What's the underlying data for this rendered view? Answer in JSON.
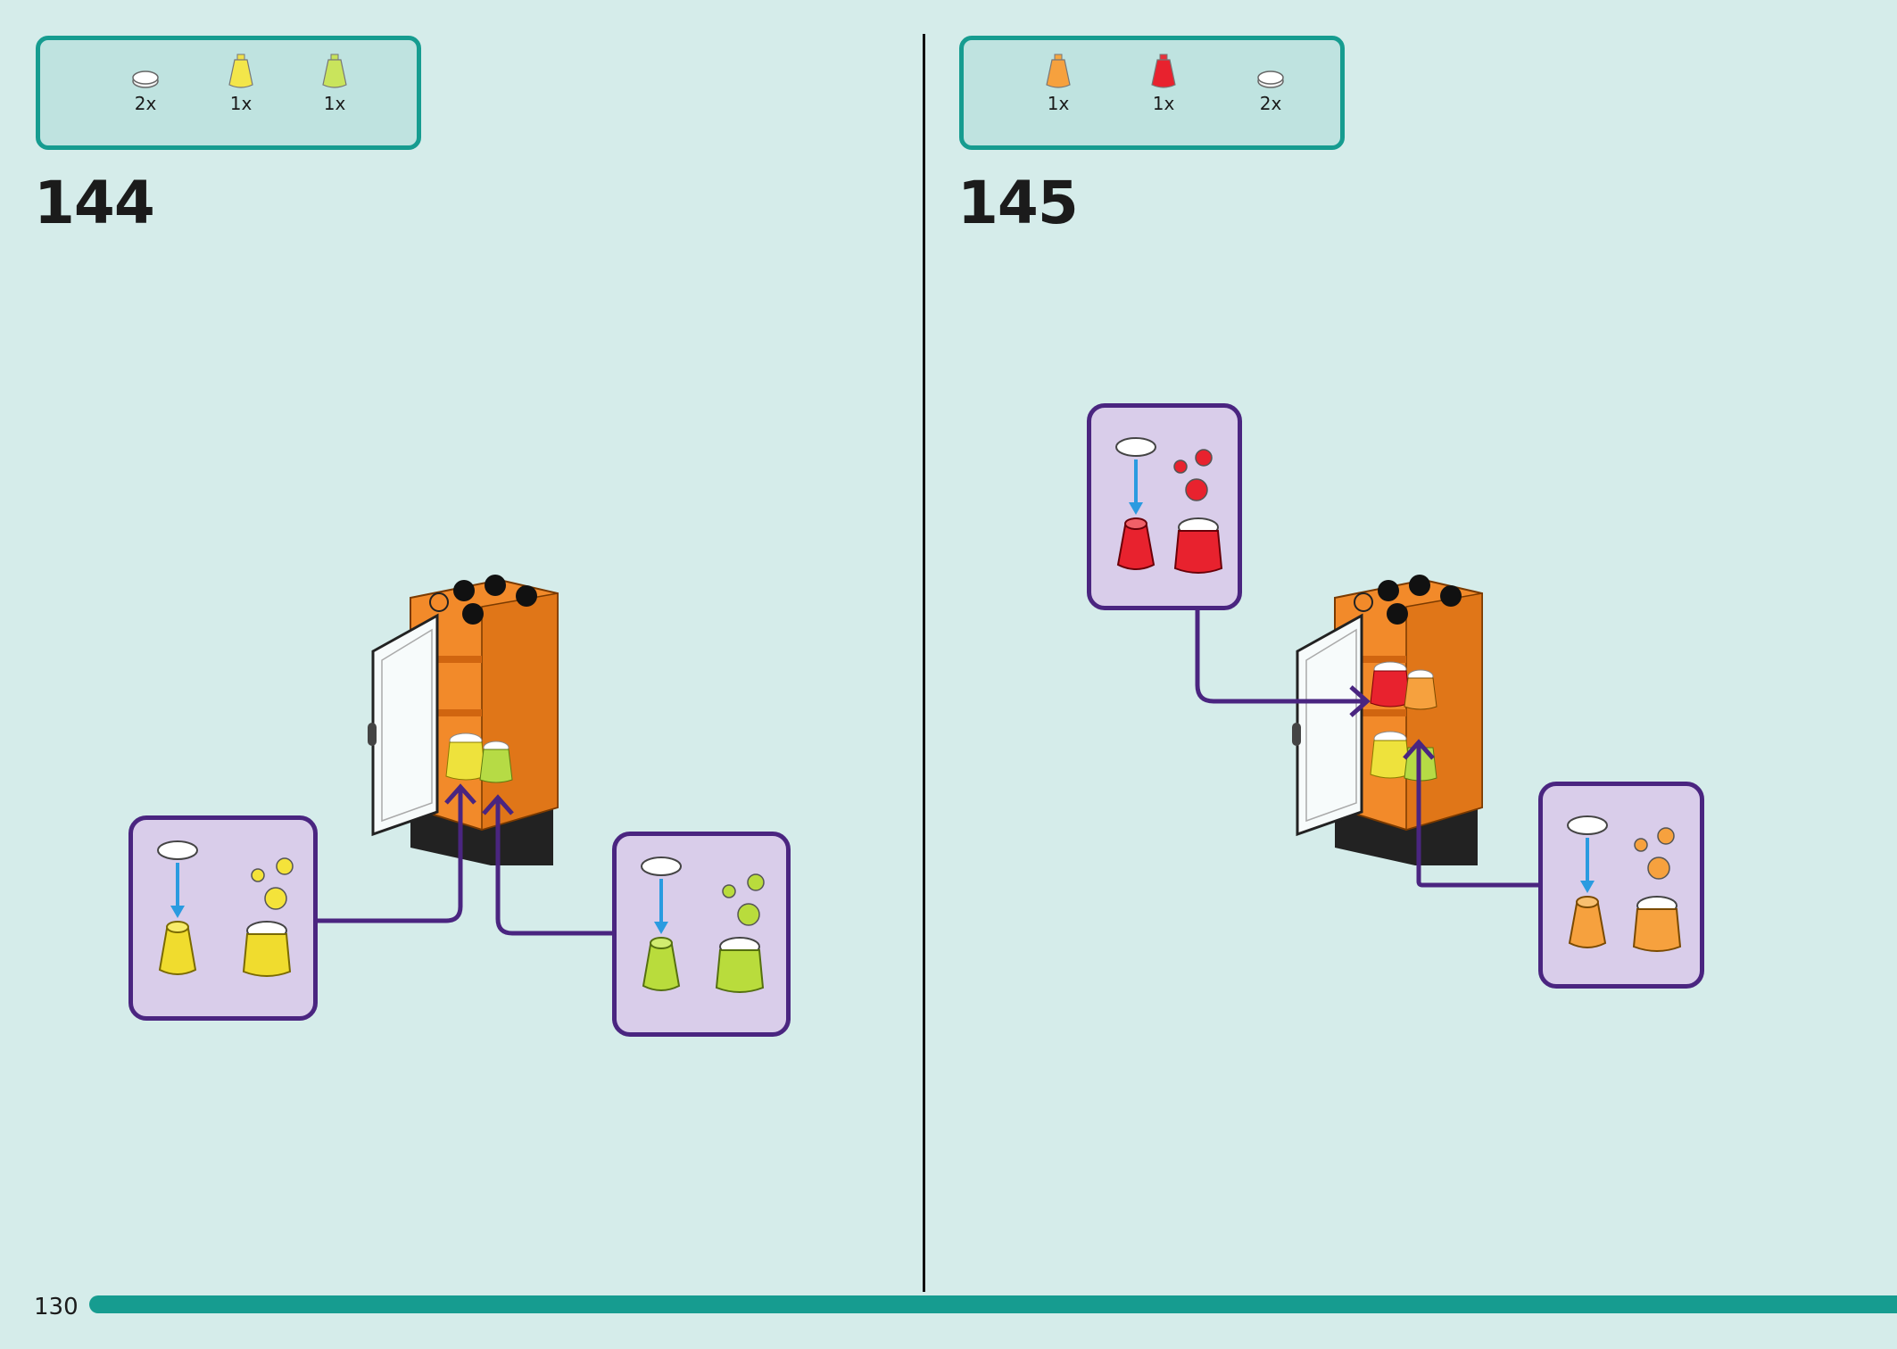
{
  "page_number": "130",
  "steps": [
    {
      "number": "144",
      "parts": [
        {
          "icon": "white-round-tile-icon",
          "qty": "2x"
        },
        {
          "icon": "yellow-trans-cone-icon",
          "qty": "1x"
        },
        {
          "icon": "lime-trans-cone-icon",
          "qty": "1x"
        }
      ]
    },
    {
      "number": "145",
      "parts": [
        {
          "icon": "orange-trans-cone-icon",
          "qty": "1x"
        },
        {
          "icon": "red-trans-cone-icon",
          "qty": "1x"
        },
        {
          "icon": "white-round-tile-icon",
          "qty": "2x"
        }
      ]
    }
  ],
  "colors": {
    "background": "#d5ecea",
    "accent": "#169c90",
    "callout_border": "#4a2580",
    "callout_fill": "#d9cdea",
    "fridge_orange": "#f28a2a",
    "arrow_blue": "#2a9be0"
  }
}
